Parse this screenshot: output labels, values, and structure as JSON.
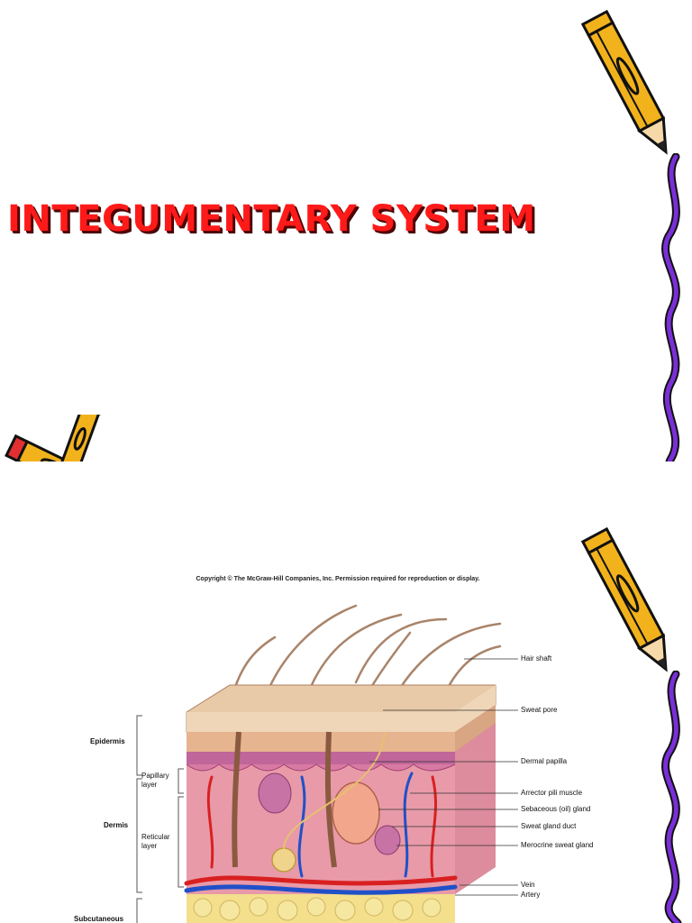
{
  "slide1": {
    "title": "INTEGUMENTARY SYSTEM"
  },
  "slide2": {
    "copyright": "Copyright © The McGraw-Hill Companies, Inc. Permission required for reproduction or display.",
    "labels_right": [
      "Hair shaft",
      "Sweat pore",
      "Dermal papilla",
      "Arrector pili muscle",
      "Sebaceous (oil) gland",
      "Sweat gland duct",
      "Merocrine sweat gland",
      "Vein",
      "Artery"
    ],
    "labels_left": {
      "epidermis": "Epidermis",
      "papillary": "Papillary layer",
      "dermis": "Dermis",
      "reticular": "Reticular layer",
      "subcutaneous": "Subcutaneous"
    }
  },
  "colors": {
    "title": "#ff1a1a",
    "pencil_body": "#f2b21c",
    "pencil_outline": "#111111",
    "squiggle": "#7a2fd8",
    "eraser_red": "#e23030",
    "cap_green": "#1aa11a",
    "skin_epidermis": "#e6b48f",
    "skin_dermis": "#e89aa8",
    "artery": "#d92020",
    "vein": "#2050c8",
    "fat": "#f0d060"
  },
  "icons": [
    "pencil-icon",
    "crossed-pencils-icon",
    "purple-squiggle"
  ]
}
